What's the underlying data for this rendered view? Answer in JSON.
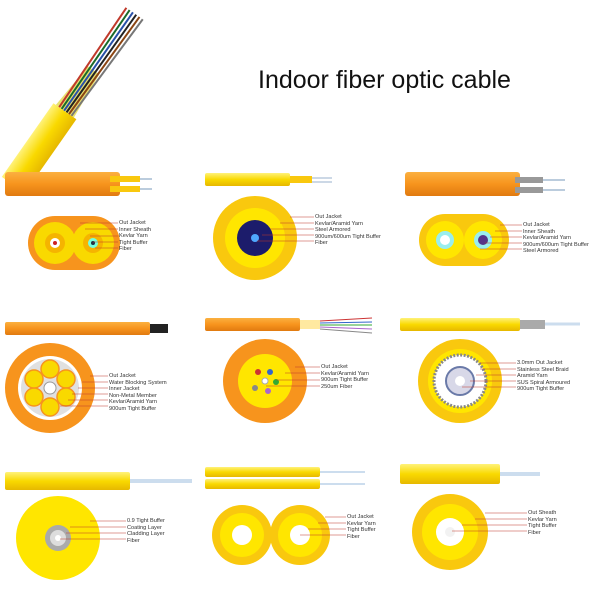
{
  "title": "Indoor fiber optic cable",
  "colors": {
    "orange": "#f7941d",
    "yellow": "#ffe600",
    "deep_yellow": "#f9c80e",
    "leader": "#c0392b"
  },
  "cables": [
    {
      "labels": [
        "Out Jacket",
        "Inner Sheath",
        "Kevlar Yarn",
        "Tight Buffer",
        "Fiber"
      ]
    },
    {
      "labels": [
        "Out Jacket",
        "Kevlar/Aramid Yarn",
        "Steel Armored",
        "900um/600um Tight Buffer",
        "Fiber"
      ]
    },
    {
      "labels": [
        "Out Jacket",
        "Inner Sheath",
        "Kevlar/Aramid Yarn",
        "900um/600um Tight Buffer",
        "Steel Armored"
      ]
    },
    {
      "labels": [
        "Out Jacket",
        "Water Blocking System",
        "Inner Jacket",
        "Non-Metal Member",
        "Kevlar/Aramid Yarn",
        "900um Tight Buffer"
      ]
    },
    {
      "labels": [
        "Out Jacket",
        "Kevlar/Aramid Yarn",
        "900um Tight Buffer",
        "250um Fiber"
      ]
    },
    {
      "labels": [
        "3.0mm Out Jacket",
        "Stainless Steel Braid",
        "Aramid Yarn",
        "SUS Spiral Armoured",
        "900um Tight Buffer"
      ]
    },
    {
      "labels": [
        "0.9 Tight Buffer",
        "Coating Layer",
        "Cladding Layer",
        "Fiber"
      ]
    },
    {
      "labels": [
        "Out Jacket",
        "Kevlar Yarn",
        "Tight Buffer",
        "Fiber"
      ]
    },
    {
      "labels": [
        "Out Sheath",
        "Kevlar Yarn",
        "Tight Buffer",
        "Fiber"
      ]
    }
  ]
}
